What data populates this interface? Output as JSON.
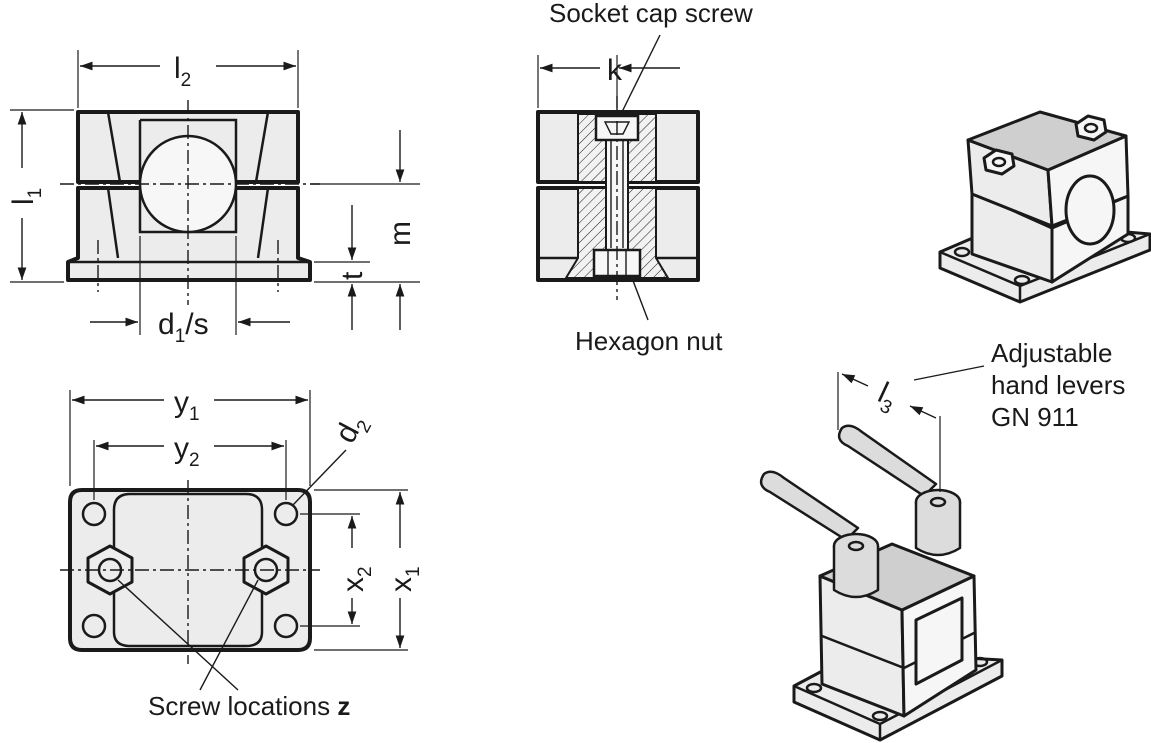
{
  "labels": {
    "socket_cap_screw": "Socket cap screw",
    "hexagon_nut": "Hexagon nut",
    "screw_locations": "Screw locations",
    "screw_locations_var": "z",
    "adjustable_line1": "Adjustable",
    "adjustable_line2": "hand levers",
    "adjustable_line3": "GN 911"
  },
  "dimensions": {
    "l2": {
      "base": "l",
      "sub": "2"
    },
    "l1": {
      "base": "l",
      "sub": "1"
    },
    "l3": {
      "base": "l",
      "sub": "3"
    },
    "m": "m",
    "t": "t",
    "k": "k",
    "d1s": {
      "base": "d",
      "sub": "1",
      "suffix": "/s"
    },
    "y1": {
      "base": "y",
      "sub": "1"
    },
    "y2": {
      "base": "y",
      "sub": "2"
    },
    "x1": {
      "base": "x",
      "sub": "1"
    },
    "x2": {
      "base": "x",
      "sub": "2"
    },
    "d2": {
      "base": "d",
      "sub": "2"
    }
  }
}
